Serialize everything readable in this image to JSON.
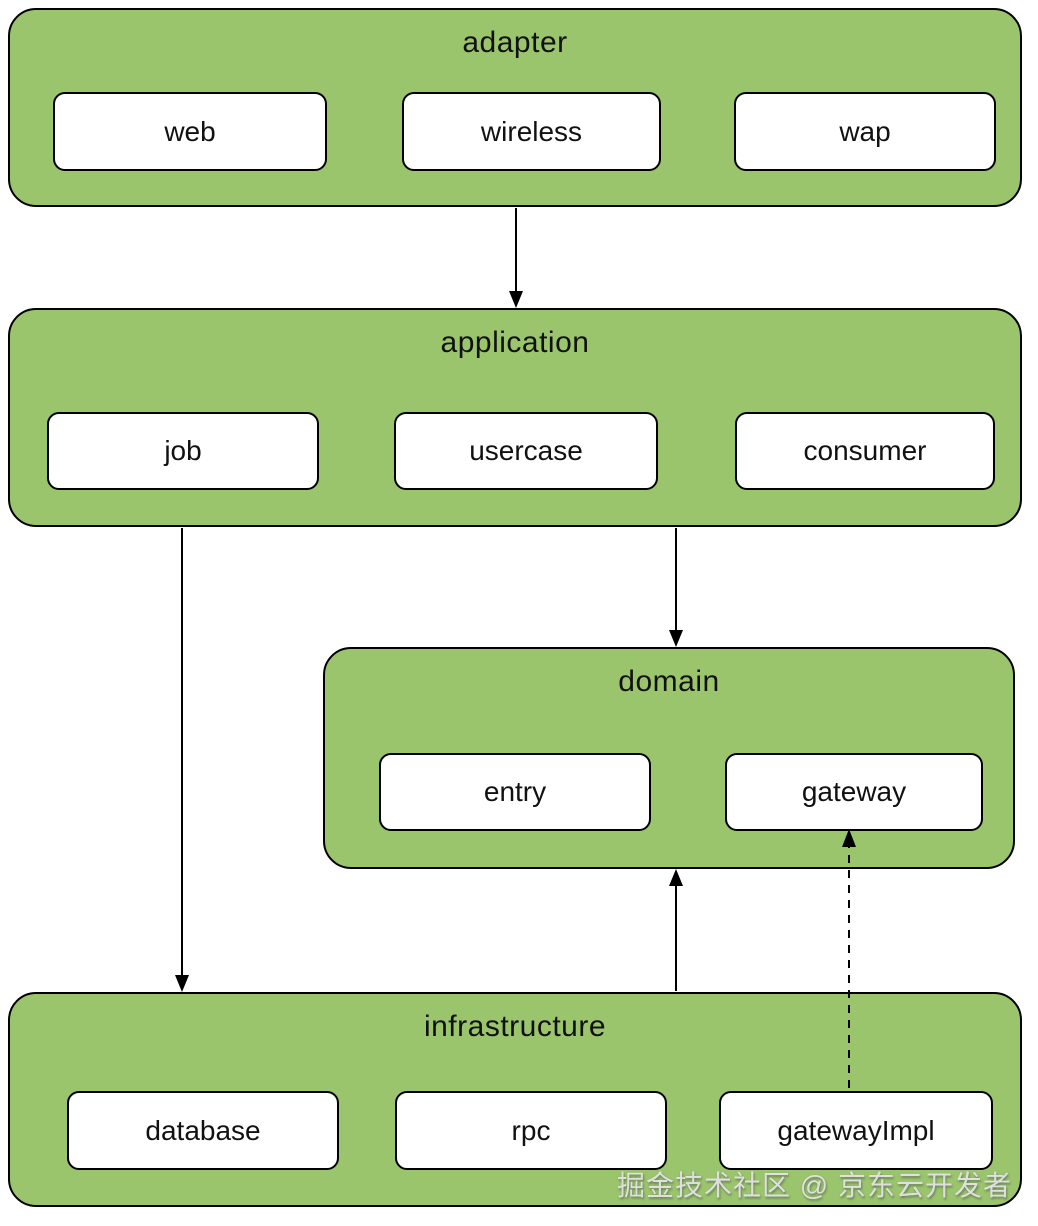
{
  "diagram": {
    "type": "layered-architecture",
    "colors": {
      "layer_fill": "#9ac56d",
      "layer_border": "#000000",
      "node_fill": "#ffffff",
      "node_border": "#000000",
      "arrow": "#000000",
      "background": "#ffffff"
    },
    "layers": [
      {
        "id": "adapter",
        "label": "adapter",
        "children": [
          {
            "label": "web"
          },
          {
            "label": "wireless"
          },
          {
            "label": "wap"
          }
        ]
      },
      {
        "id": "application",
        "label": "application",
        "children": [
          {
            "label": "job"
          },
          {
            "label": "usercase"
          },
          {
            "label": "consumer"
          }
        ]
      },
      {
        "id": "domain",
        "label": "domain",
        "children": [
          {
            "label": "entry"
          },
          {
            "label": "gateway"
          }
        ]
      },
      {
        "id": "infrastructure",
        "label": "infrastructure",
        "children": [
          {
            "label": "database"
          },
          {
            "label": "rpc"
          },
          {
            "label": "gatewayImpl"
          }
        ]
      }
    ],
    "edges": [
      {
        "from": "adapter",
        "to": "application",
        "style": "solid",
        "direction": "down"
      },
      {
        "from": "application",
        "to": "domain",
        "style": "solid",
        "direction": "down"
      },
      {
        "from": "application.job",
        "to": "infrastructure",
        "style": "solid",
        "direction": "down"
      },
      {
        "from": "infrastructure",
        "to": "domain",
        "style": "solid",
        "direction": "up"
      },
      {
        "from": "infrastructure.gatewayImpl",
        "to": "domain.gateway",
        "style": "dashed",
        "direction": "up"
      }
    ]
  },
  "watermark": {
    "text": "掘金技术社区 @ 京东云开发者"
  }
}
